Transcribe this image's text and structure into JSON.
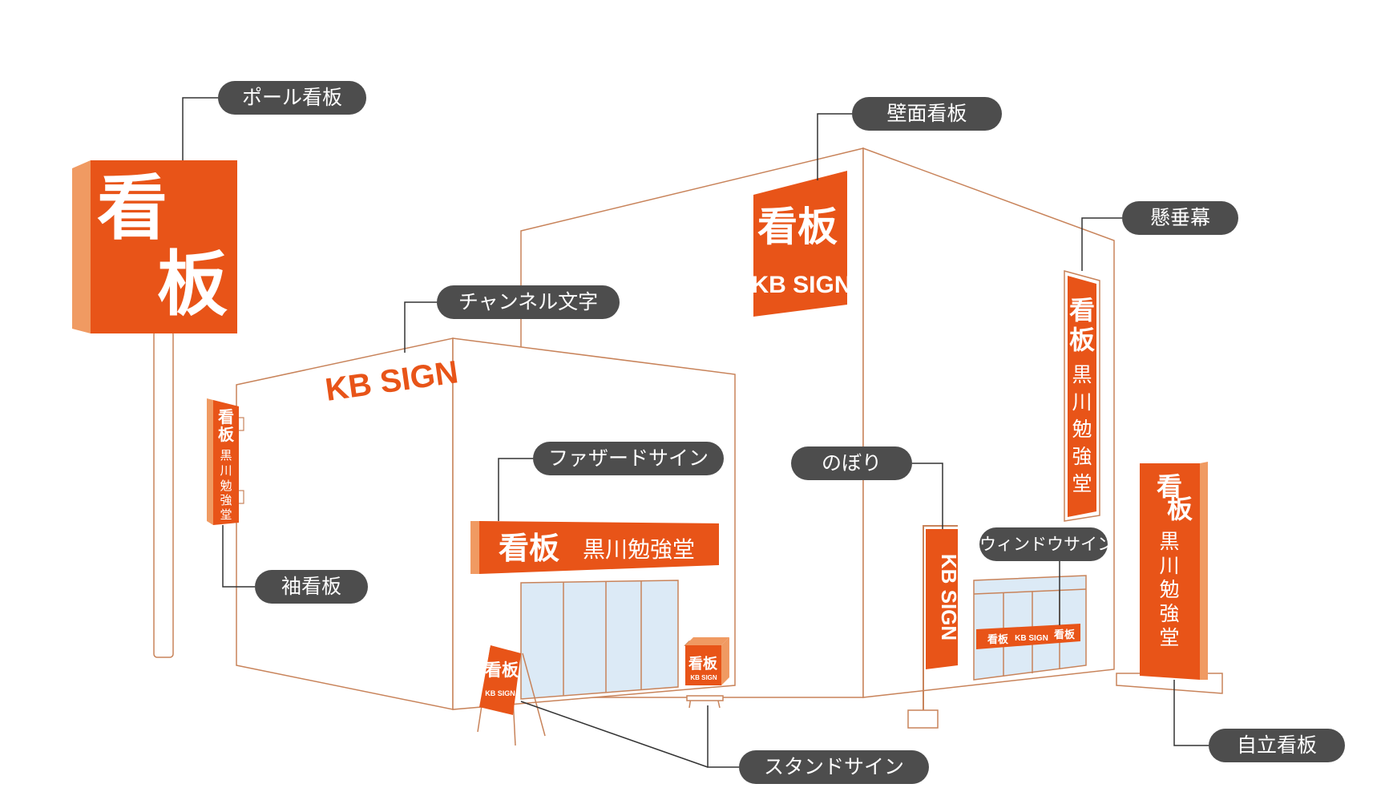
{
  "labels": {
    "pole_sign": "ポール看板",
    "wall_sign": "壁面看板",
    "hanging_banner": "懸垂幕",
    "channel_letters": "チャンネル文字",
    "facade_sign": "ファザードサイン",
    "nobori": "のぼり",
    "window_sign": "ウィンドウサイン",
    "sleeve_sign": "袖看板",
    "self_standing_sign": "自立看板",
    "stand_sign": "スタンドサイン"
  },
  "sign_text": {
    "kanban": "看板",
    "kanban_chars": [
      "看",
      "板"
    ],
    "brand": "KB SIGN",
    "store_name": "黒川勉強堂",
    "store_chars": [
      "黒",
      "川",
      "勉",
      "強",
      "堂"
    ]
  },
  "colors": {
    "orange": "#e85418",
    "orange_light": "#f09a62",
    "outline": "#c8835a",
    "glass": "#dceaf6",
    "label_bg": "#4d4d4d",
    "leader": "#333333"
  }
}
